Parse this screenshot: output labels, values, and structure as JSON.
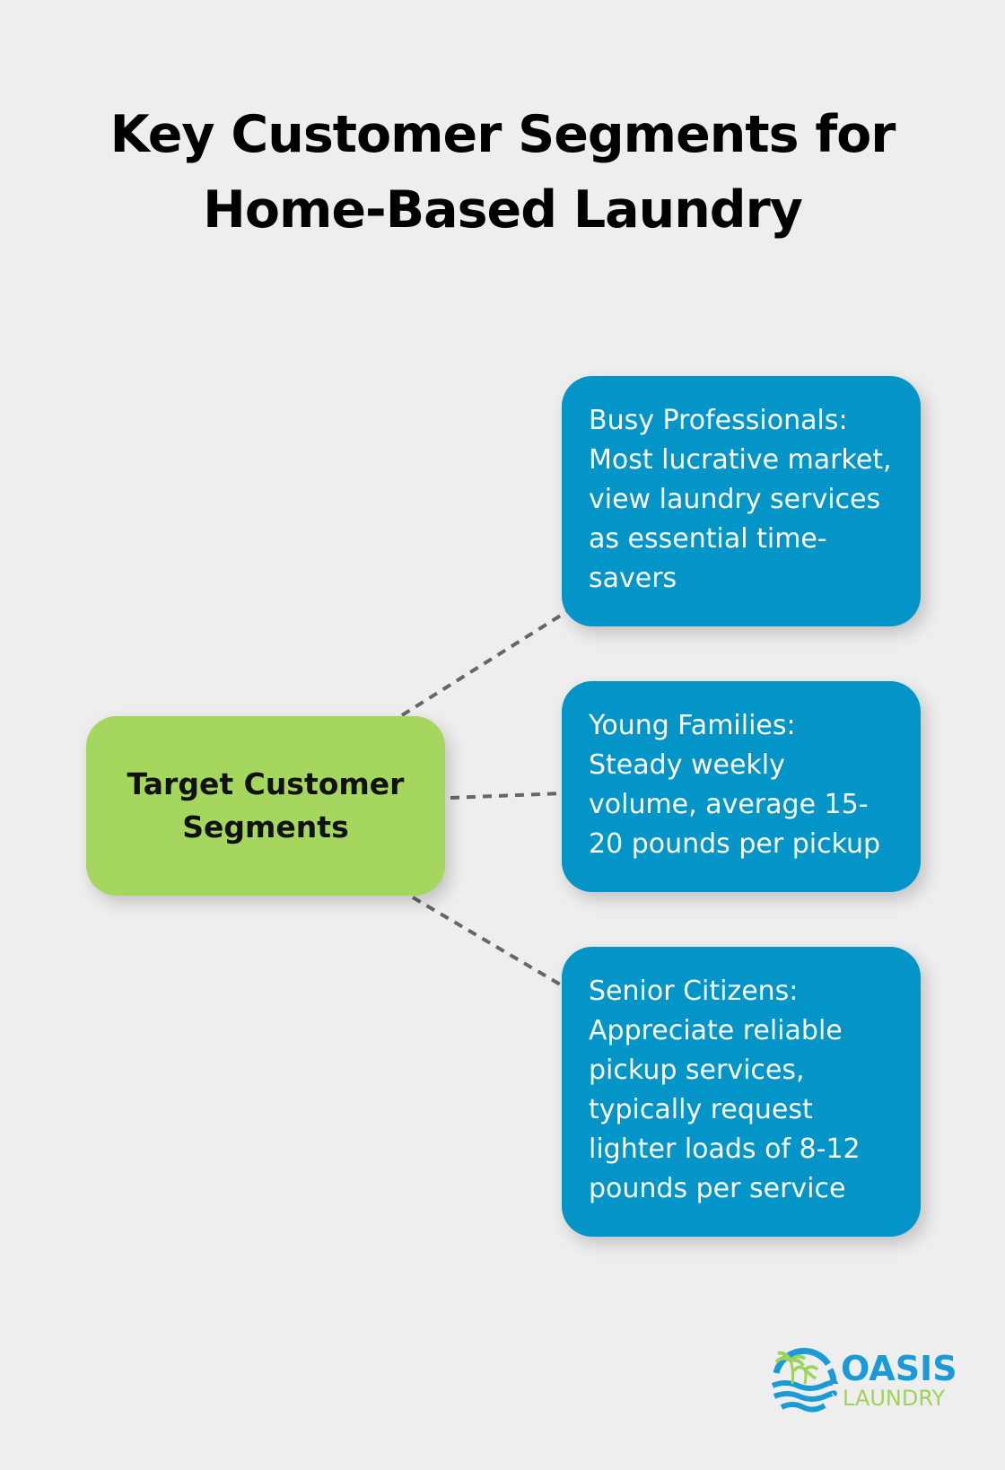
{
  "title": {
    "line1": "Key Customer Segments for",
    "line2": "Home-Based Laundry"
  },
  "center_node": {
    "label": "Target Customer Segments",
    "color": "#a5d65e"
  },
  "segments": [
    {
      "text": "Busy Professionals: Most lucrative market, view laundry services as essential time-savers"
    },
    {
      "text": "Young Families: Steady weekly volume, average 15-20 pounds per pickup"
    },
    {
      "text": "Senior Citizens: Appreciate reliable pickup services, typically request lighter loads of 8-12 pounds per service"
    }
  ],
  "colors": {
    "background": "#eeeeee",
    "segment_box": "#0394c8",
    "connector": "#666666",
    "logo_blue": "#1a9ad6",
    "logo_green": "#9ed35a"
  },
  "logo": {
    "word1": "OASIS",
    "word2": "LAUNDRY",
    "icon": "palm-tree-waves-icon"
  }
}
